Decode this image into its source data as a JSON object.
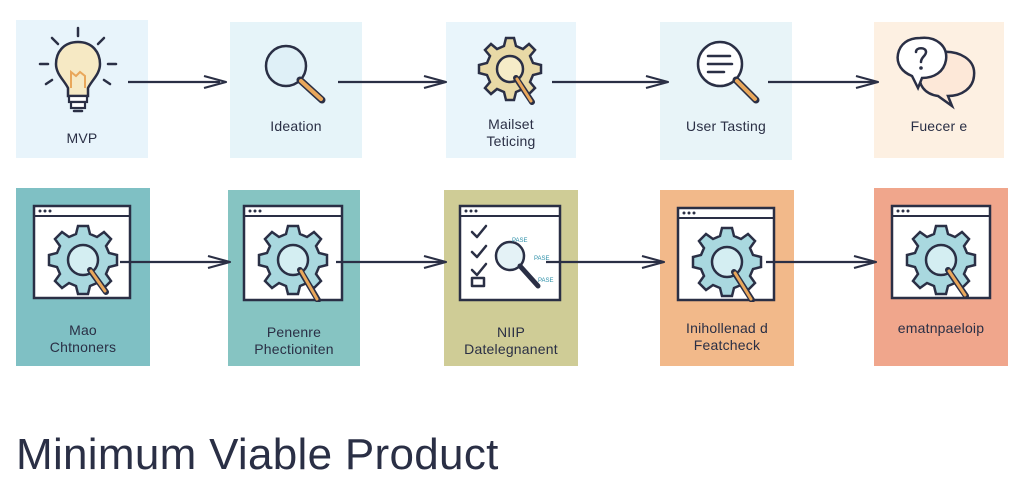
{
  "title": "Minimum Viable Product",
  "colors": {
    "ink": "#2a2f45",
    "top_row_1": "#e8f4fb",
    "top_row_2": "#e6f4f9",
    "top_row_3": "#e9f5fb",
    "top_row_4": "#e8f4f8",
    "top_row_5": "#fdf0e2",
    "bottom_row_1": "#7fc0c4",
    "bottom_row_2": "#86c4c2",
    "bottom_row_3": "#cfcc96",
    "bottom_row_4": "#f2b98a",
    "bottom_row_5": "#f0a68c"
  },
  "top_row": [
    {
      "icon": "lightbulb-icon",
      "label": "MVP"
    },
    {
      "icon": "magnifier-icon",
      "label": "Ideation"
    },
    {
      "icon": "gear-magnifier-icon",
      "label": "Mailset\nTeticing"
    },
    {
      "icon": "document-magnifier-icon",
      "label": "User Tasting"
    },
    {
      "icon": "chat-bubbles-icon",
      "label": "Fuecer e"
    }
  ],
  "bottom_row": [
    {
      "icon": "window-gear-icon",
      "label": "Mao\nChtnoners"
    },
    {
      "icon": "window-gear-icon",
      "label": "Penenre\nPhectioniten"
    },
    {
      "icon": "window-checklist-icon",
      "label": "NIIP\nDatelegnanent",
      "side_labels": [
        "PASE",
        "PASE",
        "PASE"
      ]
    },
    {
      "icon": "window-gear-icon",
      "label": "Inihollenad d\nFeatcheck"
    },
    {
      "icon": "window-gear-icon",
      "label": "ematnpaeloip"
    }
  ]
}
